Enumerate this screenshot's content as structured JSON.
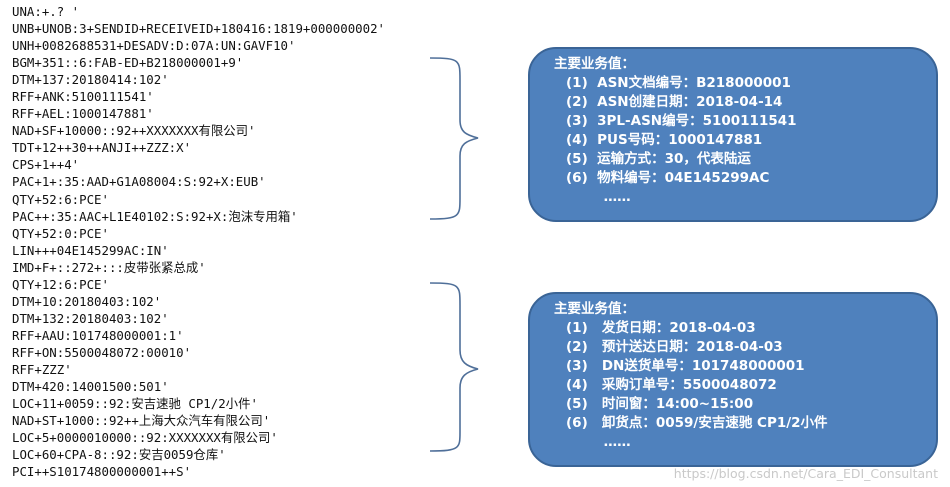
{
  "edi_lines": [
    "UNA:+.? '",
    "UNB+UNOB:3+SENDID+RECEIVEID+180416:1819+000000002'",
    "UNH+0082688531+DESADV:D:07A:UN:GAVF10'",
    "BGM+351::6:FAB-ED+B218000001+9'",
    "DTM+137:20180414:102'",
    "RFF+ANK:5100111541'",
    "RFF+AEL:1000147881'",
    "NAD+SF+10000::92++XXXXXXX有限公司'",
    "TDT+12++30++ANJI++ZZZ:X'",
    "CPS+1++4'",
    "PAC+1+:35:AAD+G1A08004:S:92+X:EUB'",
    "QTY+52:6:PCE'",
    "PAC++:35:AAC+L1E40102:S:92+X:泡沫专用箱'",
    "QTY+52:0:PCE'",
    "LIN+++04E145299AC:IN'",
    "IMD+F+::272+:::皮带张紧总成'",
    "QTY+12:6:PCE'",
    "DTM+10:20180403:102'",
    "DTM+132:20180403:102'",
    "RFF+AAU:101748000001:1'",
    "RFF+ON:5500048072:00010'",
    "RFF+ZZZ'",
    "DTM+420:14001500:501'",
    "LOC+11+0059::92:安吉速驰 CP1/2小件'",
    "NAD+ST+1000::92++上海大众汽车有限公司'",
    "LOC+5+0000010000::92:XXXXXXX有限公司'",
    "LOC+60+CPA-8::92:安吉0059仓库'",
    "PCI++S10174800000001++S'"
  ],
  "box1": {
    "title": "主要业务值：",
    "items": [
      "(1)  ASN文档编号：B218000001",
      "(2)  ASN创建日期：2018-04-14",
      "(3)  3PL-ASN编号：5100111541",
      "(4)  PUS号码：1000147881",
      "(5)  运输方式：30，代表陆运",
      "(6)  物料编号：04E145299AC",
      "        ……"
    ]
  },
  "box2": {
    "title": "主要业务值：",
    "items": [
      "(1)   发货日期：2018-04-03",
      "(2)   预计送达日期：2018-04-03",
      "(3)   DN送货单号：101748000001",
      "(4)   采购订单号：5500048072",
      "(5)   时间窗：14:00~15:00",
      "(6)   卸货点：0059/安吉速驰 CP1/2小件",
      "        ……"
    ]
  },
  "watermark": "https://blog.csdn.net/Cara_EDI_Consultant",
  "colors": {
    "box_fill": "#4f81bd",
    "box_border": "#3a6496",
    "brace": "#4f6f99"
  }
}
